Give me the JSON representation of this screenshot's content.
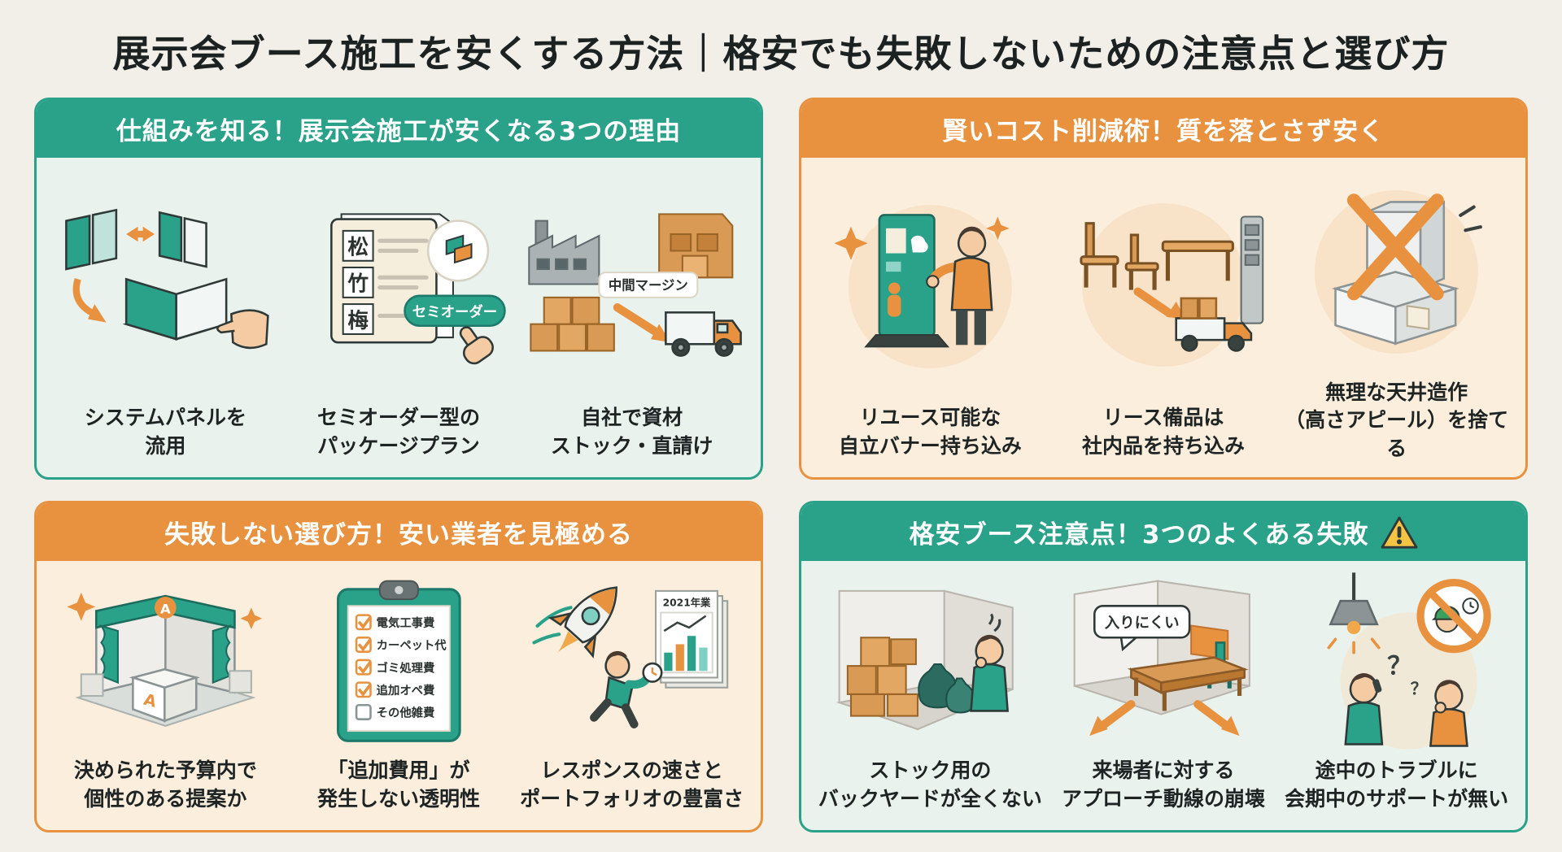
{
  "page": {
    "title": "展示会ブース施工を安くする方法｜格安でも失敗しないための注意点と選び方"
  },
  "colors": {
    "background": "#f2efe8",
    "teal": "#2aa189",
    "orange": "#e8923f",
    "panel_mint": "#e9f2ec",
    "panel_peach": "#fbeedd",
    "text_dark": "#1e2424",
    "warning_yellow": "#f6c445"
  },
  "panels": {
    "reasons": {
      "header": "仕組みを知る！展示会施工が安くなる3つの理由",
      "items": [
        {
          "caption": "システムパネルを\n流用"
        },
        {
          "caption": "セミオーダー型の\nパッケージプラン"
        },
        {
          "caption": "自社で資材\nストック・直請け"
        }
      ],
      "labels": {
        "menu_top": "松",
        "menu_mid": "竹",
        "menu_bottom": "梅",
        "semi_order": "セミオーダー",
        "margin": "中間マージン"
      }
    },
    "cost_cut": {
      "header": "賢いコスト削減術！質を落とさず安く",
      "items": [
        {
          "caption": "リユース可能な\n自立バナー持ち込み"
        },
        {
          "caption": "リース備品は\n社内品を持ち込み"
        },
        {
          "caption": "無理な天井造作\n（高さアピール）を捨てる"
        }
      ]
    },
    "choose": {
      "header": "失敗しない選び方！安い業者を見極める",
      "items": [
        {
          "caption": "決められた予算内で\n個性のある提案か"
        },
        {
          "caption": "「追加費用」が\n発生しない透明性"
        },
        {
          "caption": "レスポンスの速さと\nポートフォリオの豊富さ"
        }
      ],
      "labels": {
        "booth_logo": "A",
        "doc_year": "2021年業",
        "checklist": [
          {
            "label": "電気工事費",
            "checked": true
          },
          {
            "label": "カーペット代",
            "checked": true
          },
          {
            "label": "ゴミ処理費",
            "checked": true
          },
          {
            "label": "追加オペ費",
            "checked": true
          },
          {
            "label": "その他雑費",
            "checked": false
          }
        ]
      }
    },
    "pitfalls": {
      "header": "格安ブース注意点！3つのよくある失敗",
      "items": [
        {
          "caption": "ストック用の\nバックヤードが全くない"
        },
        {
          "caption": "来場者に対する\nアプローチ動線の崩壊"
        },
        {
          "caption": "途中のトラブルに\n会期中のサポートが無い"
        }
      ],
      "labels": {
        "hard_to_enter": "入りにくい",
        "question": "？"
      }
    }
  }
}
